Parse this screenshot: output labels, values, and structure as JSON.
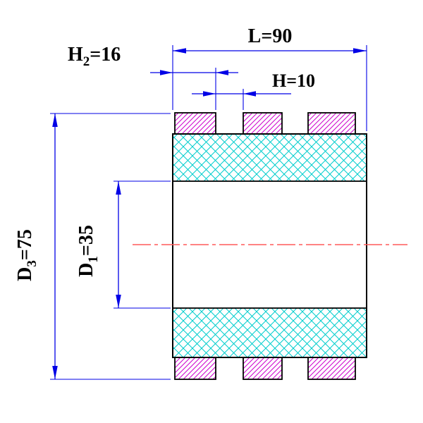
{
  "drawing": {
    "labels": {
      "length": {
        "pre": "L",
        "post": "=90"
      },
      "h2": {
        "pre": "H",
        "sub": "2",
        "post": "=16"
      },
      "h": {
        "pre": "H",
        "post": "=10"
      },
      "d3": {
        "pre": "D",
        "sub": "3",
        "post": "=75"
      },
      "d1": {
        "pre": "D",
        "sub": "1",
        "post": "=35"
      }
    },
    "colors": {
      "dimension": "#0000e6",
      "rib-hatch": "#cc00cc",
      "band-hatch": "#00cdcd",
      "centerline": "#ff5a5a",
      "outline": "#000000",
      "text": "#000000",
      "background": "#ffffff"
    }
  }
}
